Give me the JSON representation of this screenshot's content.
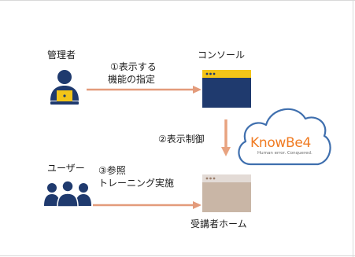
{
  "colors": {
    "navy": "#1f3a6e",
    "yellow": "#f2c418",
    "arrow": "#e39b7b",
    "arrow_down": "#e8a380",
    "home_window": "#c9b6a6",
    "home_bar": "#e3dbd6",
    "cloud_stroke": "#3f6fae",
    "knowbe4_orange": "#f07b22",
    "knowbe4_gray": "#6b6b6b",
    "frame": "#d9d9d9"
  },
  "icons": {
    "admin": "admin-person-laptop-icon",
    "users": "user-group-icon",
    "console": "console-window-icon",
    "home": "learner-home-window-icon",
    "cloud": "cloud-icon"
  },
  "labels": {
    "admin": "管理者",
    "console": "コンソール",
    "step1_line1": "①表示する",
    "step1_line2": "機能の指定",
    "step2": "②表示制御",
    "user": "ユーザー",
    "step3_line1": "③参照",
    "step3_line2": "トレーニング実施",
    "home": "受講者ホーム"
  },
  "logo": {
    "name": "KnowBe4",
    "tagline": "Human error. Conquered."
  }
}
